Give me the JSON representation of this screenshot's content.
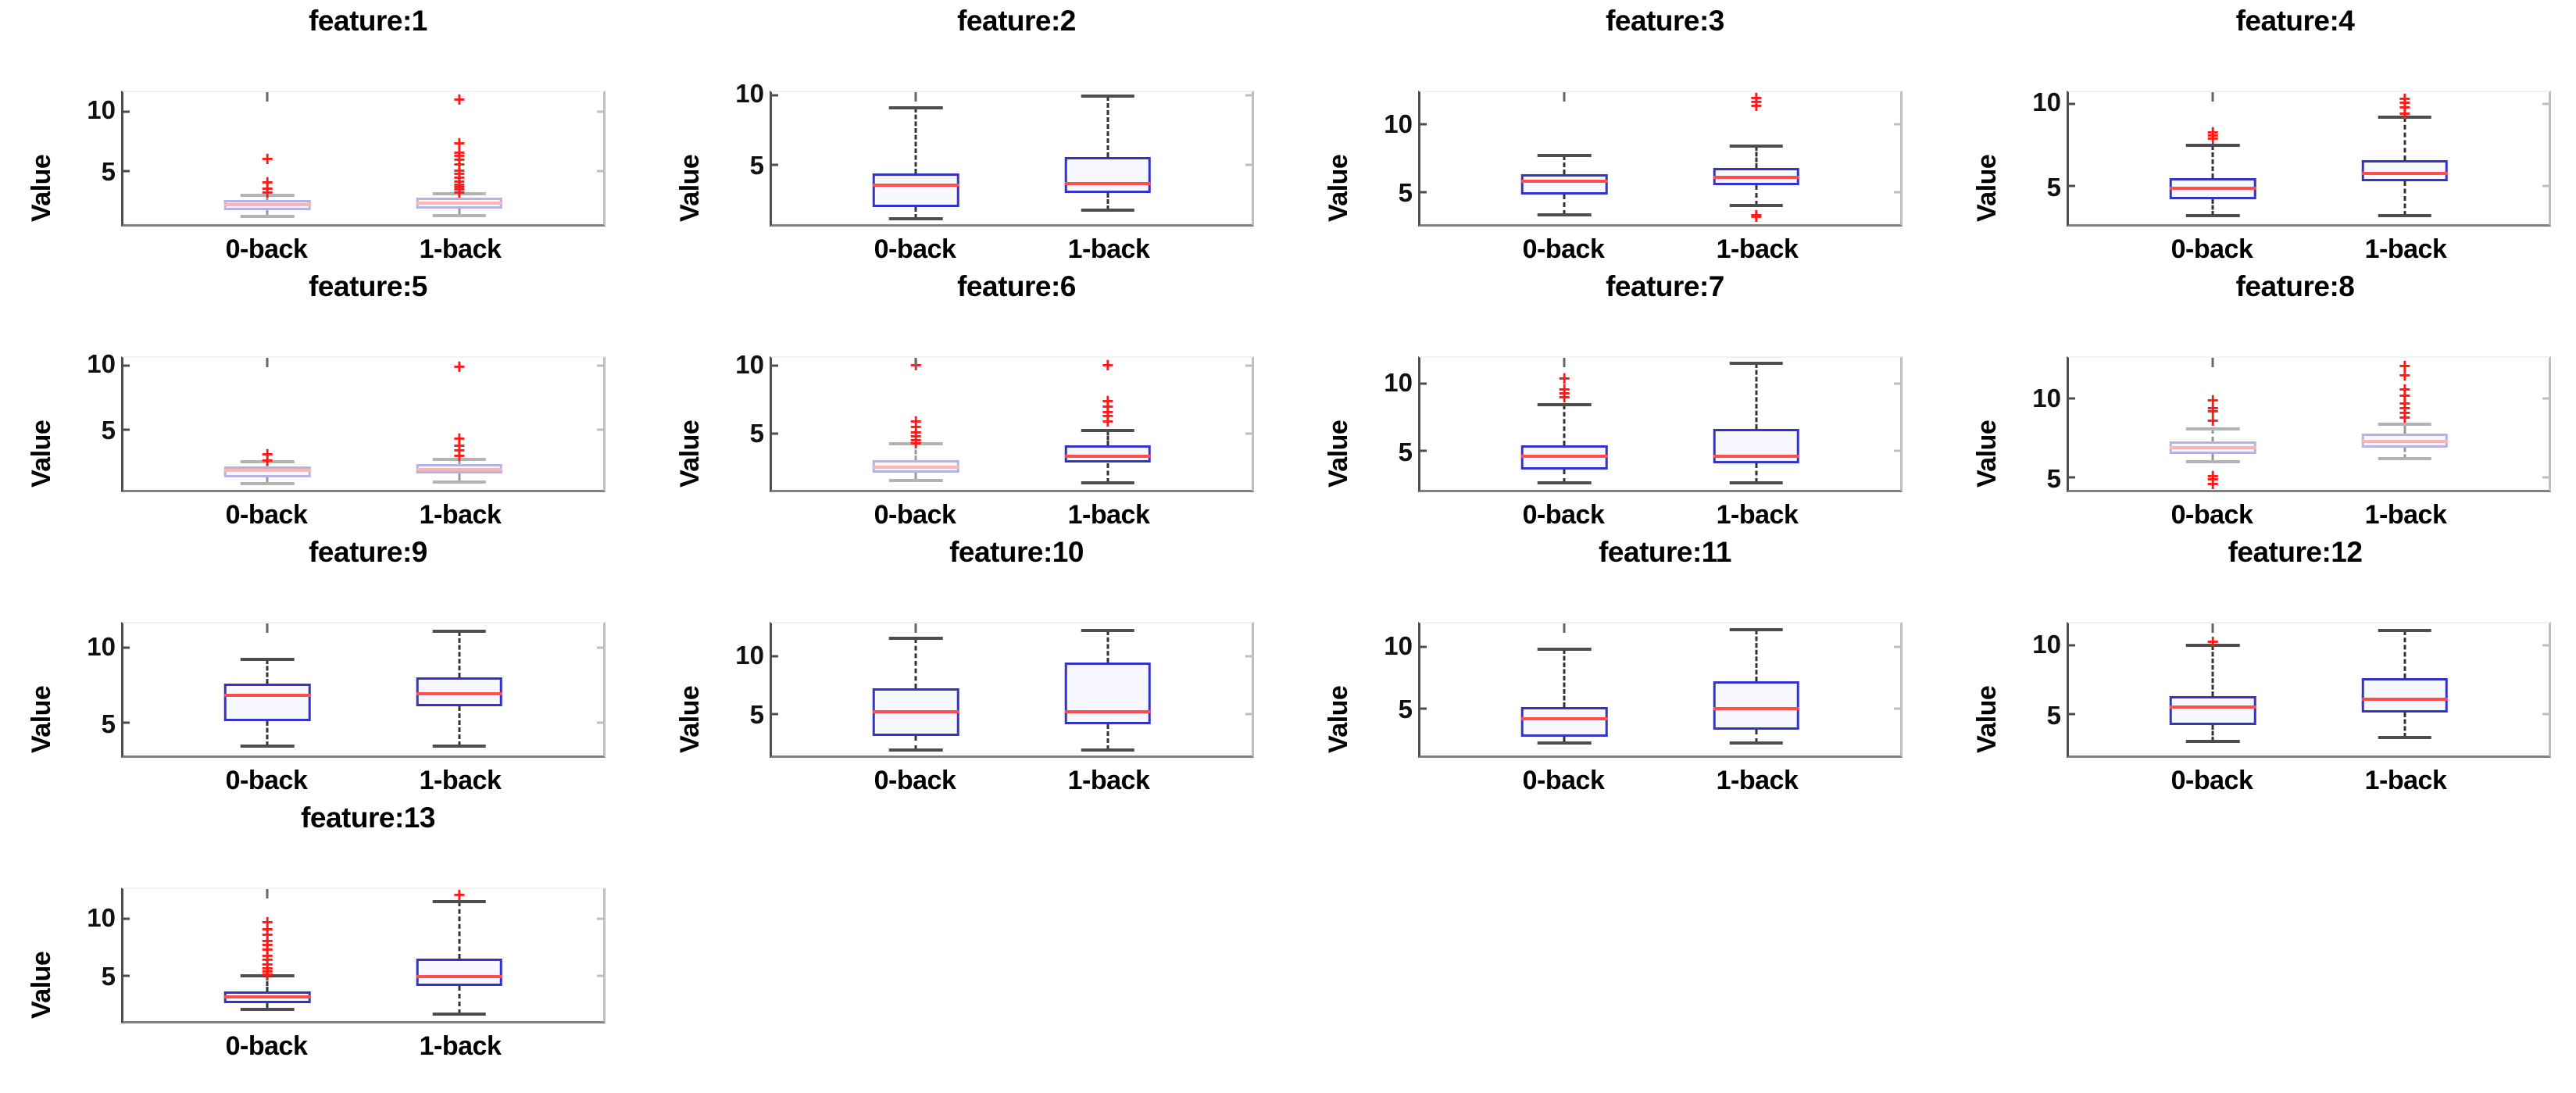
{
  "figure": {
    "type": "boxplot-grid",
    "rows": 4,
    "cols": 4,
    "panel_count": 13,
    "background": "#ffffff",
    "box_color": "#3333cc",
    "median_color": "#ff4d4d",
    "outlier_color": "#ff1a1a",
    "whisker_color": "#333333",
    "axis_color": "#4d4d4d"
  },
  "common": {
    "ylabel": "Value",
    "xticklabels": [
      "0-back",
      "1-back"
    ],
    "outlier_glyph": "+"
  },
  "chart_data": {
    "type": "box",
    "title": "",
    "xlabel": "",
    "ylabel": "Value",
    "categories": [
      "0-back",
      "1-back"
    ],
    "grid": false,
    "legend": "none",
    "panels": [
      {
        "title": "feature:1",
        "yticks": [
          5,
          10
        ],
        "ylim": [
          0.6,
          11.6
        ],
        "boxes": [
          {
            "group": "0-back",
            "q1": 1.75,
            "median": 2.25,
            "q3": 2.6,
            "whisker_low": 1.25,
            "whisker_high": 3.0,
            "outliers": [
              3.3,
              3.6,
              4.1,
              6.1
            ]
          },
          {
            "group": "1-back",
            "q1": 1.9,
            "median": 2.35,
            "q3": 2.8,
            "whisker_low": 1.3,
            "whisker_high": 3.15,
            "outliers": [
              3.3,
              3.5,
              3.7,
              3.9,
              4.2,
              4.5,
              4.8,
              5.1,
              5.6,
              6.0,
              6.3,
              6.6,
              7.4,
              11.0
            ]
          }
        ]
      },
      {
        "title": "feature:2",
        "yticks": [
          5,
          10
        ],
        "ylim": [
          0.8,
          10.2
        ],
        "boxes": [
          {
            "group": "0-back",
            "q1": 2.0,
            "median": 3.6,
            "q3": 4.4,
            "whisker_low": 1.2,
            "whisker_high": 9.1,
            "outliers": []
          },
          {
            "group": "1-back",
            "q1": 3.0,
            "median": 3.7,
            "q3": 5.6,
            "whisker_low": 1.8,
            "whisker_high": 9.9,
            "outliers": []
          }
        ]
      },
      {
        "title": "feature:3",
        "yticks": [
          5,
          10
        ],
        "ylim": [
          2.6,
          12.4
        ],
        "boxes": [
          {
            "group": "0-back",
            "q1": 4.8,
            "median": 5.8,
            "q3": 6.3,
            "whisker_low": 3.3,
            "whisker_high": 7.7,
            "outliers": []
          },
          {
            "group": "1-back",
            "q1": 5.5,
            "median": 6.1,
            "q3": 6.8,
            "whisker_low": 4.0,
            "whisker_high": 8.4,
            "outliers": [
              3.2,
              3.3,
              11.4,
              11.7,
              12.0
            ]
          }
        ]
      },
      {
        "title": "feature:4",
        "yticks": [
          5,
          10
        ],
        "ylim": [
          2.7,
          10.7
        ],
        "boxes": [
          {
            "group": "0-back",
            "q1": 4.2,
            "median": 4.9,
            "q3": 5.5,
            "whisker_low": 3.2,
            "whisker_high": 7.5,
            "outliers": [
              7.9,
              8.1,
              8.3
            ]
          },
          {
            "group": "1-back",
            "q1": 5.3,
            "median": 5.8,
            "q3": 6.6,
            "whisker_low": 3.2,
            "whisker_high": 9.2,
            "outliers": [
              9.4,
              9.8,
              10.1,
              10.3
            ]
          }
        ]
      },
      {
        "title": "feature:5",
        "yticks": [
          5,
          10
        ],
        "ylim": [
          0.3,
          10.6
        ],
        "boxes": [
          {
            "group": "0-back",
            "q1": 1.3,
            "median": 1.8,
            "q3": 2.1,
            "whisker_low": 0.8,
            "whisker_high": 2.5,
            "outliers": [
              2.6,
              3.1
            ]
          },
          {
            "group": "1-back",
            "q1": 1.6,
            "median": 1.9,
            "q3": 2.3,
            "whisker_low": 0.9,
            "whisker_high": 2.7,
            "outliers": [
              3.0,
              3.4,
              3.8,
              4.3,
              9.9
            ]
          }
        ]
      },
      {
        "title": "feature:6",
        "yticks": [
          5,
          10
        ],
        "ylim": [
          0.8,
          10.6
        ],
        "boxes": [
          {
            "group": "0-back",
            "q1": 2.1,
            "median": 2.5,
            "q3": 3.0,
            "whisker_low": 1.5,
            "whisker_high": 4.2,
            "outliers": [
              4.3,
              4.5,
              4.8,
              5.1,
              5.5,
              5.9,
              10.1
            ]
          },
          {
            "group": "1-back",
            "q1": 2.8,
            "median": 3.3,
            "q3": 4.1,
            "whisker_low": 1.3,
            "whisker_high": 5.2,
            "outliers": [
              5.9,
              6.3,
              6.6,
              7.0,
              7.4,
              10.1
            ]
          }
        ]
      },
      {
        "title": "feature:7",
        "yticks": [
          5,
          10
        ],
        "ylim": [
          2.1,
          11.9
        ],
        "boxes": [
          {
            "group": "0-back",
            "q1": 3.6,
            "median": 4.6,
            "q3": 5.4,
            "whisker_low": 2.6,
            "whisker_high": 8.4,
            "outliers": [
              9.0,
              9.3,
              9.6,
              10.4
            ]
          },
          {
            "group": "1-back",
            "q1": 4.1,
            "median": 4.6,
            "q3": 6.6,
            "whisker_low": 2.6,
            "whisker_high": 11.5,
            "outliers": []
          }
        ]
      },
      {
        "title": "feature:8",
        "yticks": [
          5,
          10
        ],
        "ylim": [
          4.2,
          12.6
        ],
        "boxes": [
          {
            "group": "0-back",
            "q1": 6.5,
            "median": 6.9,
            "q3": 7.3,
            "whisker_low": 6.0,
            "whisker_high": 8.1,
            "outliers": [
              4.6,
              4.9,
              5.1,
              8.6,
              9.2,
              9.4,
              9.9
            ]
          },
          {
            "group": "1-back",
            "q1": 6.9,
            "median": 7.3,
            "q3": 7.8,
            "whisker_low": 6.2,
            "whisker_high": 8.4,
            "outliers": [
              8.8,
              9.1,
              9.4,
              9.7,
              10.2,
              10.6,
              11.5,
              12.1
            ]
          }
        ]
      },
      {
        "title": "feature:9",
        "yticks": [
          5,
          10
        ],
        "ylim": [
          2.8,
          11.6
        ],
        "boxes": [
          {
            "group": "0-back",
            "q1": 5.1,
            "median": 6.8,
            "q3": 7.6,
            "whisker_low": 3.4,
            "whisker_high": 9.2,
            "outliers": []
          },
          {
            "group": "1-back",
            "q1": 6.1,
            "median": 6.9,
            "q3": 8.0,
            "whisker_low": 3.4,
            "whisker_high": 11.1,
            "outliers": []
          }
        ]
      },
      {
        "title": "feature:10",
        "yticks": [
          5,
          10
        ],
        "ylim": [
          1.4,
          12.8
        ],
        "boxes": [
          {
            "group": "0-back",
            "q1": 3.1,
            "median": 5.2,
            "q3": 7.2,
            "whisker_low": 1.9,
            "whisker_high": 11.5,
            "outliers": []
          },
          {
            "group": "1-back",
            "q1": 4.1,
            "median": 5.2,
            "q3": 9.4,
            "whisker_low": 1.9,
            "whisker_high": 12.2,
            "outliers": []
          }
        ]
      },
      {
        "title": "feature:11",
        "yticks": [
          5,
          10
        ],
        "ylim": [
          1.2,
          11.9
        ],
        "boxes": [
          {
            "group": "0-back",
            "q1": 2.7,
            "median": 4.2,
            "q3": 5.1,
            "whisker_low": 2.2,
            "whisker_high": 9.8,
            "outliers": []
          },
          {
            "group": "1-back",
            "q1": 3.3,
            "median": 5.0,
            "q3": 7.2,
            "whisker_low": 2.2,
            "whisker_high": 11.4,
            "outliers": []
          }
        ]
      },
      {
        "title": "feature:12",
        "yticks": [
          5,
          10
        ],
        "ylim": [
          2.0,
          11.6
        ],
        "boxes": [
          {
            "group": "0-back",
            "q1": 4.2,
            "median": 5.5,
            "q3": 6.3,
            "whisker_low": 3.0,
            "whisker_high": 10.0,
            "outliers": [
              10.3
            ]
          },
          {
            "group": "1-back",
            "q1": 5.1,
            "median": 6.1,
            "q3": 7.6,
            "whisker_low": 3.3,
            "whisker_high": 11.1,
            "outliers": []
          }
        ]
      },
      {
        "title": "feature:13",
        "yticks": [
          5,
          10
        ],
        "ylim": [
          1.0,
          12.6
        ],
        "boxes": [
          {
            "group": "0-back",
            "q1": 2.6,
            "median": 3.1,
            "q3": 3.6,
            "whisker_low": 2.0,
            "whisker_high": 5.0,
            "outliers": [
              5.1,
              5.4,
              5.7,
              6.0,
              6.4,
              6.8,
              7.3,
              7.7,
              8.1,
              8.6,
              9.1,
              9.7
            ]
          },
          {
            "group": "1-back",
            "q1": 4.1,
            "median": 4.9,
            "q3": 6.5,
            "whisker_low": 1.6,
            "whisker_high": 11.5,
            "outliers": [
              12.1
            ]
          }
        ]
      }
    ]
  }
}
